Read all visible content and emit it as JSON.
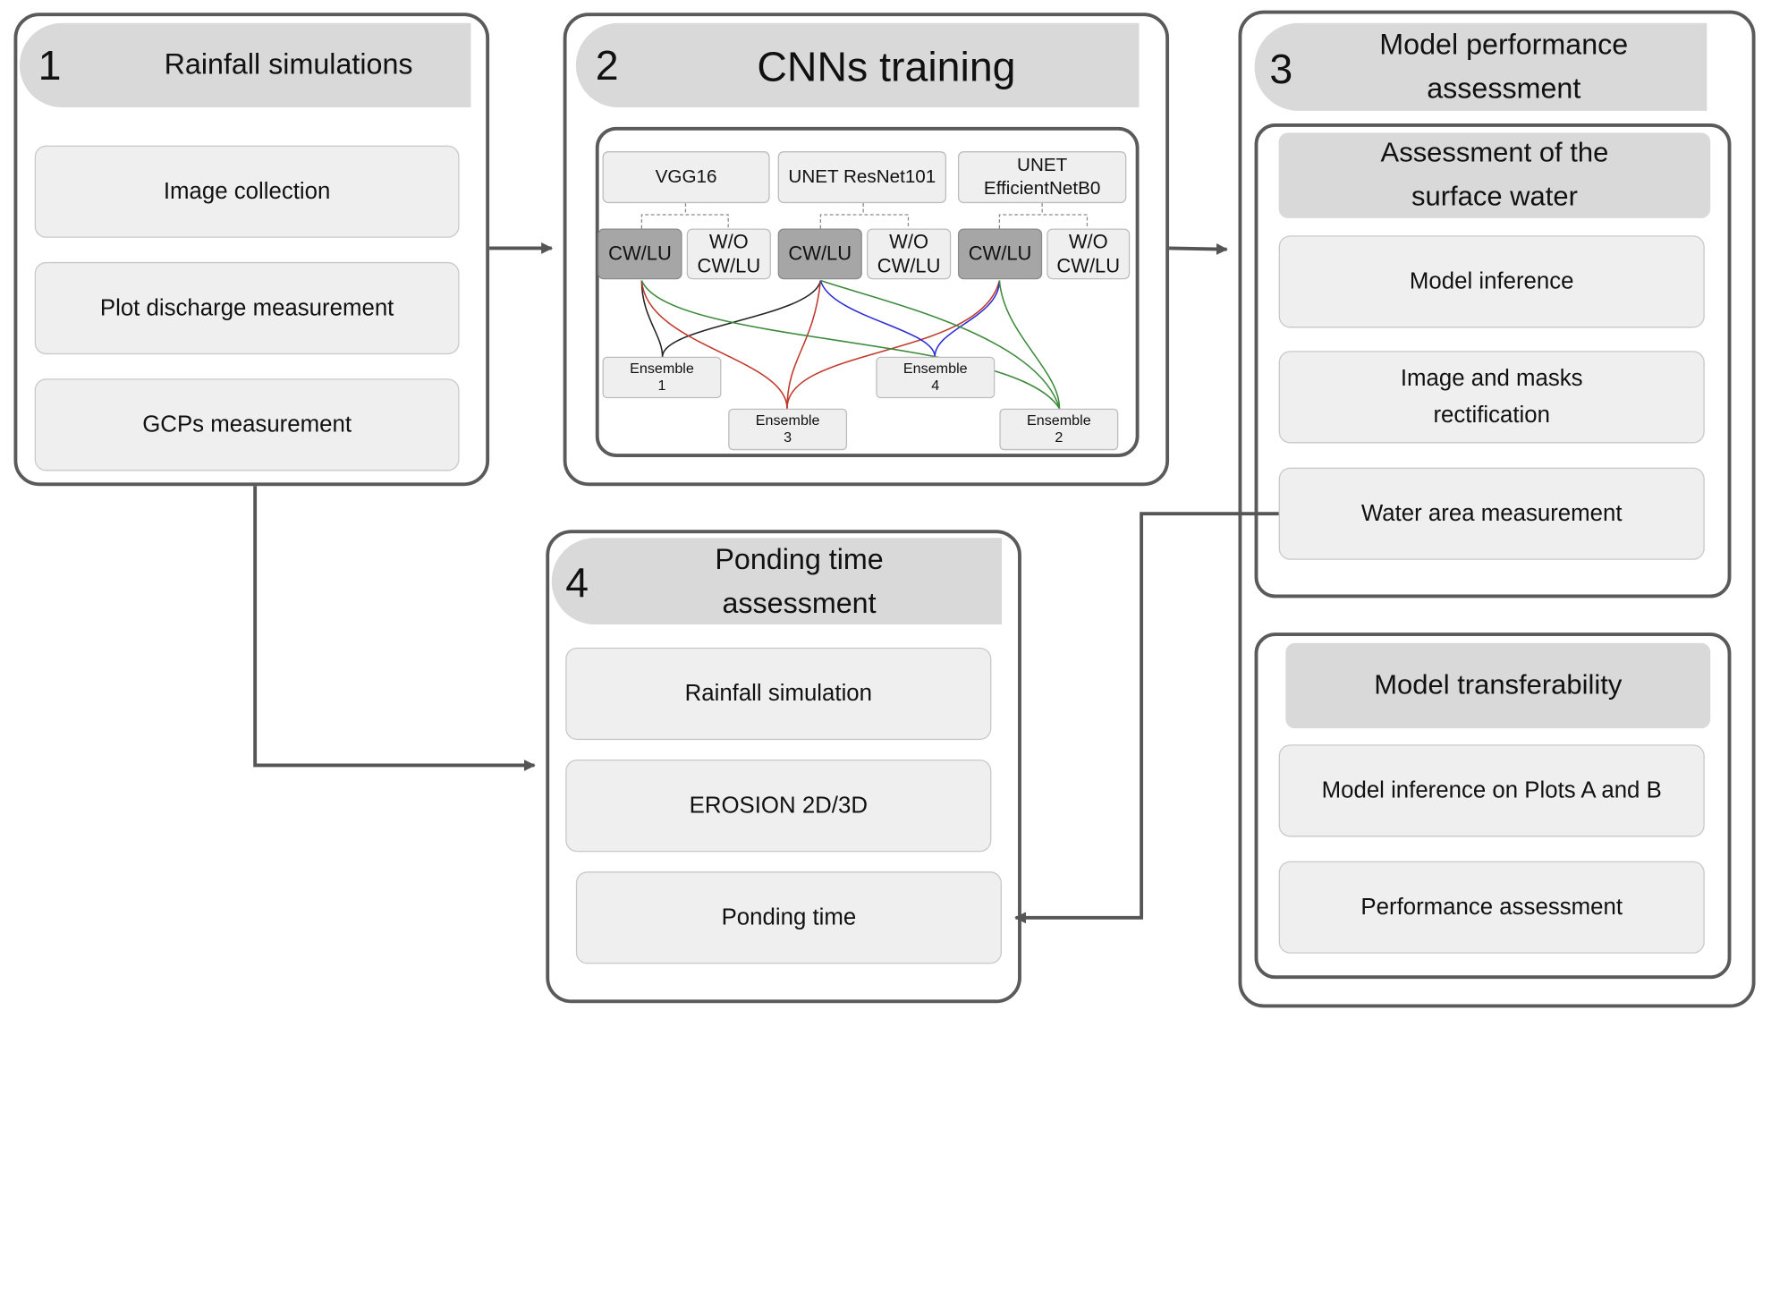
{
  "panel1": {
    "number": "1",
    "title": "Rainfall simulations",
    "items": [
      "Image collection",
      "Plot discharge measurement",
      "GCPs measurement"
    ]
  },
  "panel2": {
    "number": "2",
    "title": "CNNs training",
    "models": [
      "VGG16",
      "UNET ResNet101",
      "UNET EfficientNetB0"
    ],
    "variant_with": "CW/LU",
    "variant_without": "W/O CW/LU",
    "ensembles": [
      {
        "label": "Ensemble",
        "num": "1"
      },
      {
        "label": "Ensemble",
        "num": "4"
      },
      {
        "label": "Ensemble",
        "num": "3"
      },
      {
        "label": "Ensemble",
        "num": "2"
      }
    ]
  },
  "panel3": {
    "number": "3",
    "title": "Model performance assessment",
    "section_a": {
      "title": "Assessment of the surface water",
      "items": [
        "Model inference",
        "Image and masks rectification",
        "Water area measurement"
      ]
    },
    "section_b": {
      "title": "Model transferability",
      "items": [
        "Model inference on Plots A and B",
        "Performance assessment"
      ]
    }
  },
  "panel4": {
    "number": "4",
    "title": "Ponding time assessment",
    "items": [
      "Rainfall simulation",
      "EROSION 2D/3D",
      "Ponding time"
    ]
  },
  "colors": {
    "border": "#5a5a5a",
    "header_fill": "#d9d9d9",
    "box_fill": "#efefef",
    "selected_variant_fill": "#a6a6a6",
    "line_black": "#222222",
    "line_red": "#c0392b",
    "line_blue": "#2c2cd6",
    "line_green": "#3c8a3c"
  }
}
